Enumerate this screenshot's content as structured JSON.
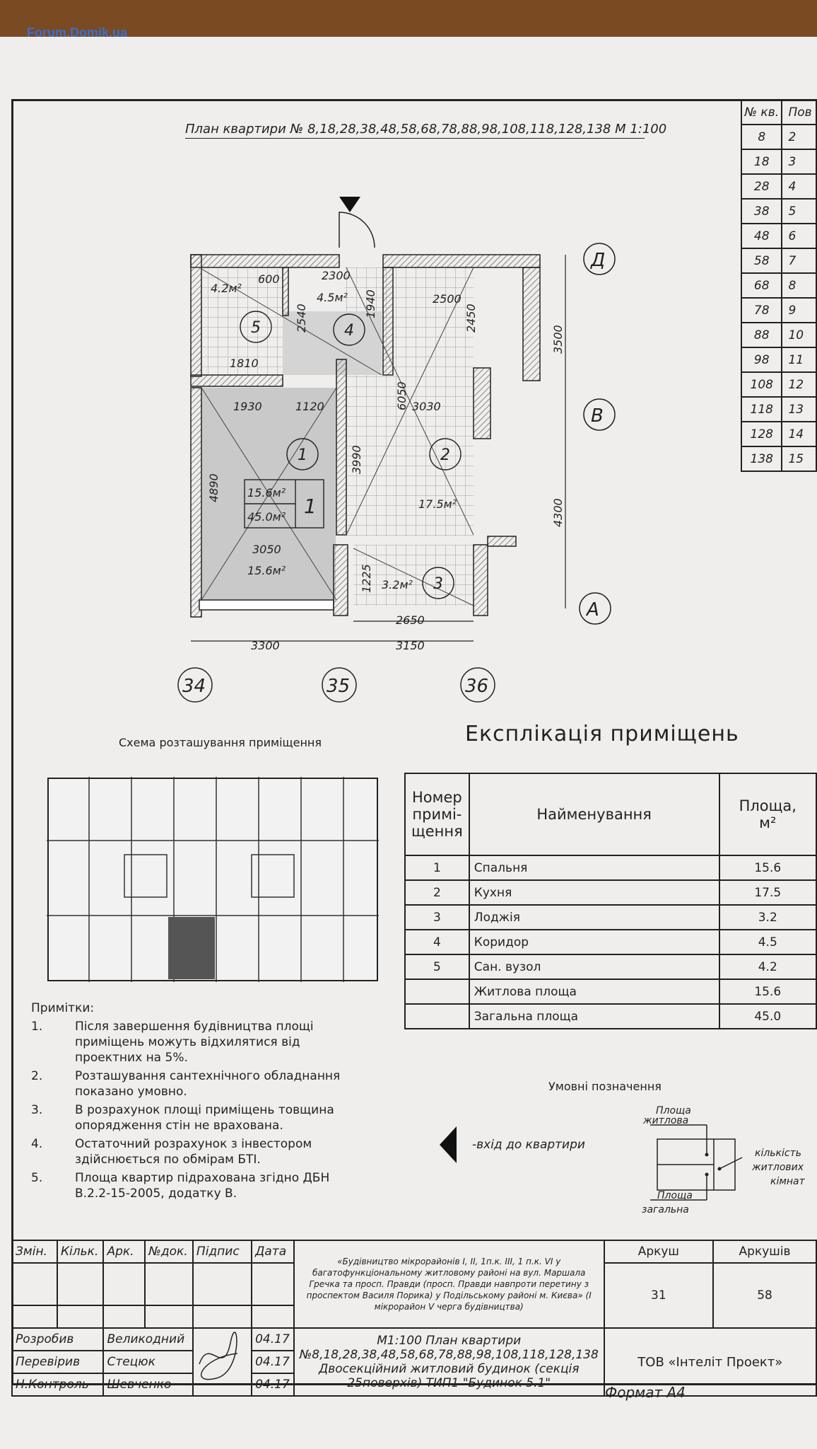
{
  "watermark": "Forum.Domik.ua",
  "plan": {
    "title": "План квартири  № 8,18,28,38,48,58,68,78,88,98,108,118,128,138  М 1:100",
    "dims": {
      "d600": "600",
      "d2300": "2300",
      "d2500": "2500",
      "d1940": "1940",
      "d2540": "2540",
      "d2450": "2450",
      "d1810": "1810",
      "d1930": "1930",
      "d1120": "1120",
      "d6050": "6050",
      "d3030": "3030",
      "d3990": "3990",
      "d4890": "4890",
      "d3050": "3050",
      "d1225": "1225",
      "d2650": "2650",
      "d3300": "3300",
      "d3150": "3150",
      "d3500": "3500",
      "d4300": "4300"
    },
    "areas": {
      "a5": "4.2м²",
      "a4": "4.5м²",
      "a1": "15.6м²",
      "a2": "17.5м²",
      "a3": "3.2м²"
    },
    "rooms": [
      "1",
      "2",
      "3",
      "4",
      "5"
    ],
    "label_box": {
      "living": "15.6м²",
      "total": "45.0м²",
      "rooms": "1"
    },
    "axes": {
      "rows": [
        "Д",
        "В",
        "А"
      ],
      "cols": [
        "34",
        "35",
        "36"
      ]
    }
  },
  "apt_table": {
    "headers": [
      "№ кв.",
      "Пов"
    ],
    "rows": [
      [
        "8",
        "2"
      ],
      [
        "18",
        "3"
      ],
      [
        "28",
        "4"
      ],
      [
        "38",
        "5"
      ],
      [
        "48",
        "6"
      ],
      [
        "58",
        "7"
      ],
      [
        "68",
        "8"
      ],
      [
        "78",
        "9"
      ],
      [
        "88",
        "10"
      ],
      [
        "98",
        "11"
      ],
      [
        "108",
        "12"
      ],
      [
        "118",
        "13"
      ],
      [
        "128",
        "14"
      ],
      [
        "138",
        "15"
      ]
    ]
  },
  "schema_caption": "Схема розташування приміщення",
  "explication": {
    "title": "Експлікація приміщень",
    "headers": {
      "num_l1": "Номер",
      "num_l2": "примі-",
      "num_l3": "щення",
      "name": "Найменування",
      "area_l1": "Площа,",
      "area_l2": "м²"
    },
    "rows": [
      {
        "num": "1",
        "name": "Спальня",
        "area": "15.6"
      },
      {
        "num": "2",
        "name": "Кухня",
        "area": "17.5"
      },
      {
        "num": "3",
        "name": "Лоджія",
        "area": "3.2"
      },
      {
        "num": "4",
        "name": "Коридор",
        "area": "4.5"
      },
      {
        "num": "5",
        "name": "Сан. вузол",
        "area": "4.2"
      },
      {
        "num": "",
        "name": "Житлова площа",
        "area": "15.6"
      },
      {
        "num": "",
        "name": "Загальна площа",
        "area": "45.0"
      }
    ]
  },
  "notes": {
    "heading": "Примітки:",
    "items": [
      {
        "n": "1.",
        "l1": "Після завершення будівництва площі",
        "l2": "приміщень можуть відхилятися від",
        "l3": "проектних на   5%."
      },
      {
        "n": "2.",
        "l1": "Розташування сантехнічного обладнання",
        "l2": "показано умовно.",
        "l3": ""
      },
      {
        "n": "3.",
        "l1": "В розрахунок площі приміщень товщина",
        "l2": "опорядження стін не врахована.",
        "l3": ""
      },
      {
        "n": "4.",
        "l1": "Остаточний розрахунок з інвестором",
        "l2": "здійснюється по обмірам БТІ.",
        "l3": ""
      },
      {
        "n": "5.",
        "l1": "Площа квартир підрахована згідно ДБН",
        "l2": "В.2.2-15-2005, додатку В.",
        "l3": ""
      }
    ]
  },
  "legend": {
    "caption": "Умовні позначення",
    "entry": "-вхід до квартири",
    "living_l1": "Площа",
    "living_l2": "житлова",
    "total_l1": "Площа",
    "total_l2": "загальна",
    "rooms_l1": "кількість",
    "rooms_l2": "житлових",
    "rooms_l3": "кімнат"
  },
  "stamp": {
    "col_headers": [
      "Змін.",
      "Кільк.",
      "Арк.",
      "№док.",
      "Підпис",
      "Дата"
    ],
    "project": [
      "«Будівництво мікрорайонів I, II, 1п.к. III, 1 п.к. VI у",
      "багатофункціональному житловому районі на вул. Маршала",
      "Гречка та просп. Правди (просп. Правди навпроти перетину з",
      "проспектом Василя Порика) у Подільському районі м. Києва» (I",
      "мікрорайон V черга будівництва)"
    ],
    "sheet_label": "Аркуш",
    "sheets_label": "Аркушів",
    "sheet": "31",
    "sheets": "58",
    "people": [
      {
        "role": "Розробив",
        "name": "Великодний",
        "date": "04.17"
      },
      {
        "role": "Перевірив",
        "name": "Стецюк",
        "date": "04.17"
      },
      {
        "role": "Н.Контроль",
        "name": "Шевченко",
        "date": "04.17"
      }
    ],
    "drawing": [
      "М1:100 План квартири",
      "№8,18,28,38,48,58,68,78,88,98,108,118,128,138",
      "Двосекційний житловий будинок (секція",
      "25поверхів) ТИП1 \"Будинок 5.1\""
    ],
    "company": "ТОВ «Інтеліт Проект»"
  },
  "format": "Формат А4"
}
